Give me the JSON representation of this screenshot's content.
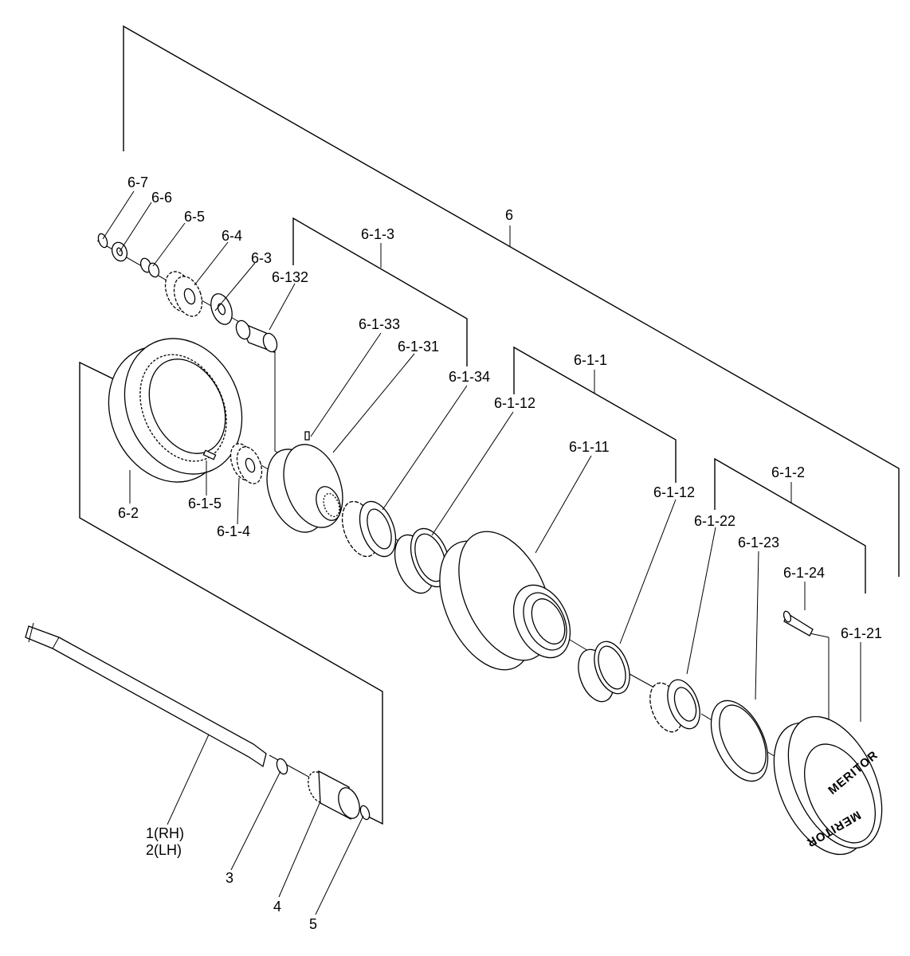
{
  "labels": {
    "l_6": "6",
    "l_6_7": "6-7",
    "l_6_6": "6-6",
    "l_6_5": "6-5",
    "l_6_4": "6-4",
    "l_6_3": "6-3",
    "l_6_132": "6-132",
    "l_6_1_3": "6-1-3",
    "l_6_1_33": "6-1-33",
    "l_6_1_31": "6-1-31",
    "l_6_1_34": "6-1-34",
    "l_6_1_12_a": "6-1-12",
    "l_6_1_1": "6-1-1",
    "l_6_1_11": "6-1-11",
    "l_6_1_12_b": "6-1-12",
    "l_6_1_2": "6-1-2",
    "l_6_1_22": "6-1-22",
    "l_6_1_23": "6-1-23",
    "l_6_1_24": "6-1-24",
    "l_6_1_21": "6-1-21",
    "l_6_2": "6-2",
    "l_6_1_5": "6-1-5",
    "l_6_1_4": "6-1-4",
    "l_1_rh": "1(RH)",
    "l_2_lh": "2(LH)",
    "l_3": "3",
    "l_4": "4",
    "l_5": "5"
  },
  "logo": {
    "text_top": "MERITOR",
    "text_bottom": "MERITOR"
  }
}
